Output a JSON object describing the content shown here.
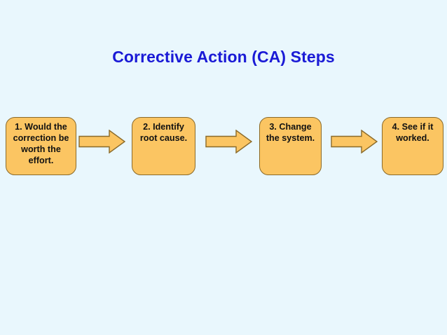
{
  "slide": {
    "title": "Corrective Action (CA) Steps",
    "background_color": "#e9f7fd",
    "title_color": "#1a1ad6"
  },
  "theme": {
    "box_fill": "#fbc562",
    "box_border": "#8a6a2a",
    "arrow_fill": "#fbc562",
    "arrow_border": "#8a6a2a",
    "text_color": "#111111"
  },
  "flow": {
    "steps": [
      {
        "number": "1.",
        "label": "1. Would the correction be worth the effort."
      },
      {
        "number": "2.",
        "label": "2. Identify root cause."
      },
      {
        "number": "3.",
        "label": "3. Change the system."
      },
      {
        "number": "4.",
        "label": "4. See if it worked."
      }
    ],
    "connectors": [
      {
        "name": "arrow-step-1-to-2",
        "direction": "right"
      },
      {
        "name": "arrow-step-2-to-3",
        "direction": "right"
      },
      {
        "name": "arrow-step-3-to-4",
        "direction": "right"
      }
    ]
  }
}
